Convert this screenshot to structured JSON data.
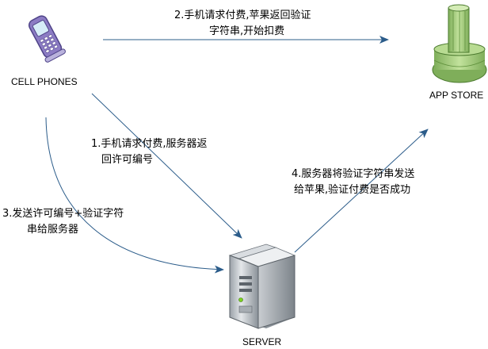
{
  "nodes": {
    "cell_phones": {
      "label": "CELL PHONES",
      "icon": "cellphone-icon"
    },
    "app_store": {
      "label": "APP STORE",
      "icon": "app-store-tower-icon"
    },
    "server": {
      "label": "SERVER",
      "icon": "server-tower-icon"
    }
  },
  "steps": {
    "step1": {
      "lines": [
        "1.手机请求付费,服务器返",
        "回许可编号"
      ]
    },
    "step2": {
      "lines": [
        "2.手机请求付费,苹果返回验证",
        "字符串,开始扣费"
      ]
    },
    "step3": {
      "lines": [
        "3.发送许可编号+验证字符",
        "串给服务器"
      ]
    },
    "step4": {
      "lines": [
        "4.服务器将验证字符串发送",
        "给苹果,验证付费是否成功"
      ]
    }
  },
  "colors": {
    "arrow": "#2b5c8a",
    "phone_body": "#8c7cc4",
    "store_green": "#9fc97a",
    "server_gray": "#c8cdd2",
    "server_led": "#7ed321"
  }
}
